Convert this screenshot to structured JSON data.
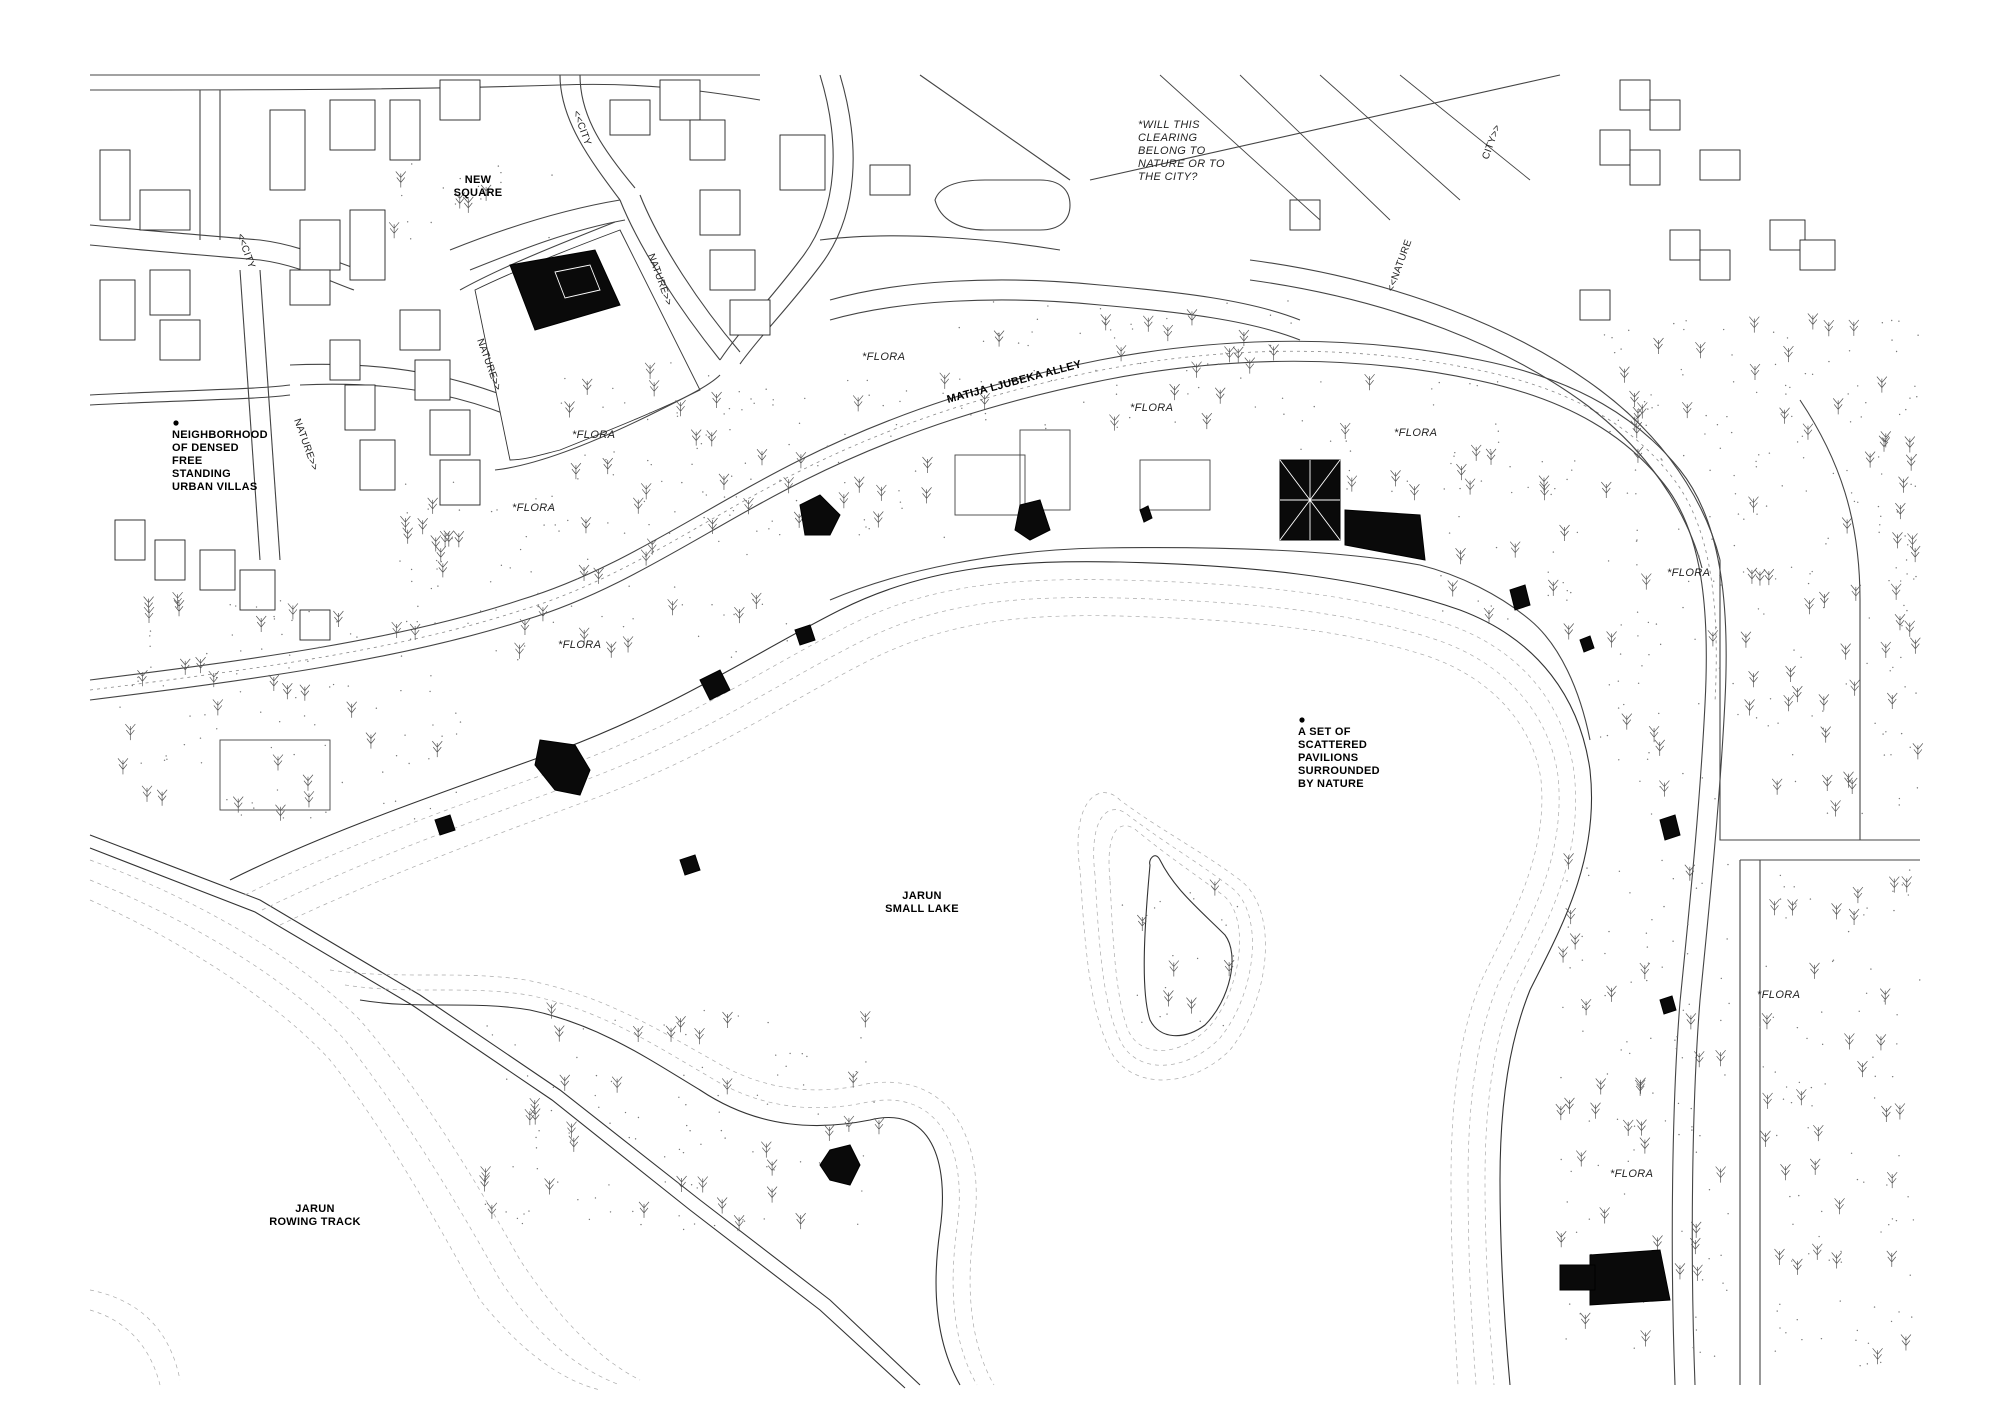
{
  "labels": {
    "new_square": [
      "NEW",
      "SQUARE"
    ],
    "city_1": "<<CITY",
    "city_2": "<<CITY",
    "city_3": "CITY>>",
    "nature_1": "NATURE>>",
    "nature_2": "NATURE>>",
    "nature_3": "NATURE>>",
    "nature_4": "<<NATURE",
    "clearing_question": [
      "*WILL THIS",
      "CLEARING",
      "BELONG TO",
      "NATURE OR TO",
      "THE CITY?"
    ],
    "neighborhood": [
      "NEIGHBORHOOD",
      "OF DENSED",
      "FREE",
      "STANDING",
      "URBAN VILLAS"
    ],
    "alley": "MATIJA LJUBEKA ALLEY",
    "flora": "*FLORA",
    "pavilions": [
      "A SET OF",
      "SCATTERED",
      "PAVILIONS",
      "SURROUNDED",
      "BY NATURE"
    ],
    "small_lake": [
      "JARUN",
      "SMALL LAKE"
    ],
    "rowing_track": [
      "JARUN",
      "ROWING TRACK"
    ]
  },
  "colors": {
    "paper": "#ffffff",
    "linework": "#333333",
    "pavilion_fill": "#0a0a0a",
    "contour": "#aaaaaa"
  }
}
